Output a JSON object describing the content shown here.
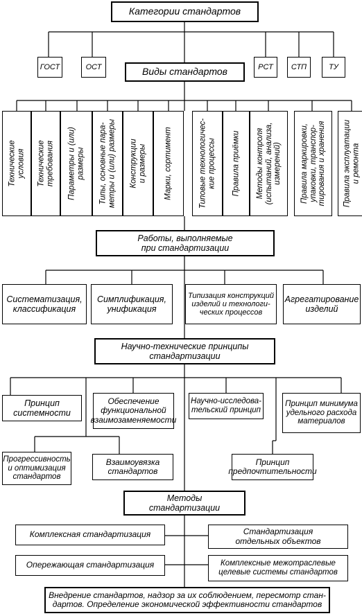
{
  "categories": {
    "title": "Категории стандартов",
    "items": [
      "ГОСТ",
      "ОСТ",
      "РСТ",
      "СТП",
      "ТУ"
    ]
  },
  "types": {
    "title": "Виды стандартов",
    "items": [
      "Технические\nусловия",
      "Технические\nтребования",
      "Параметры и (или)\nразмеры",
      "Типы, основные пара-\nметры и (или) размеры",
      "Конструкции\nи размеры",
      "Марки, сортимент",
      "Типовые технологичес-\nкие процессы",
      "Правила приёмки",
      "Методы контроля\n(испытаний, анализа,\nизмерений)",
      "Правила маркировки,\nупаковки, транспор-\nтирования и хранения",
      "Правила эксплуатации\nи ремонта"
    ]
  },
  "works": {
    "title": "Работы, выполняемые\nпри стандартизации",
    "items": [
      "Систематизация,\nклассификация",
      "Симплификация,\nунификация",
      "Типизация конструкций\nизделий и технологи-\nческих процессов",
      "Агрегатирование\nизделий"
    ]
  },
  "principles": {
    "title": "Научно-технические принципы\nстандартизации",
    "items": [
      "Принцип\nсистемности",
      "Обеспечение\nфункциональной\nвзаимозаменяемости",
      "Научно-исследова-\nтельский принцип",
      "Принцип минимума\nудельного расхода\nматериалов",
      "Прогрессивность\nи оптимизация\nстандартов",
      "Взаимоувязка\nстандартов",
      "Принцип\nпредпочтительности"
    ]
  },
  "methods": {
    "title": "Методы\nстандартизации",
    "items": [
      "Комплексная стандартизация",
      "Стандартизация\nотдельных объектов",
      "Опережающая стандартизация",
      "Комплексные межотраслевые\nцелевые системы стандартов"
    ]
  },
  "footer": "Внедрение стандартов, надзор за их соблюдением, пересмотр стан-\nдартов. Определение экономической эффективности стандартов"
}
